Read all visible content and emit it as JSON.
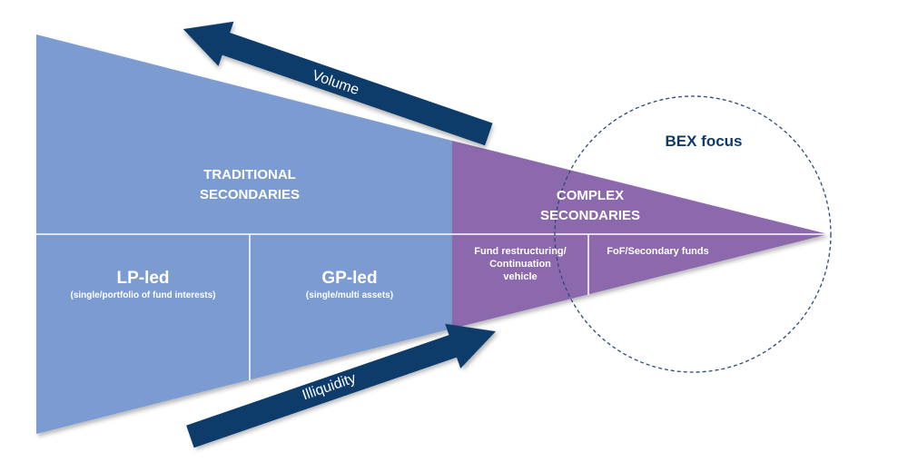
{
  "traditional": {
    "title_line1": "TRADITIONAL",
    "title_line2": "SECONDARIES",
    "lp_led": {
      "title": "LP-led",
      "subtitle": "(single/portfolio of fund interests)"
    },
    "gp_led": {
      "title": "GP-led",
      "subtitle": "(single/multi assets)"
    }
  },
  "complex": {
    "title_line1": "COMPLEX",
    "title_line2": "SECONDARIES",
    "fund_restructuring": {
      "line1": "Fund restructuring/",
      "line2": "Continuation",
      "line3": "vehicle"
    },
    "fof": {
      "label": "FoF/Secondary funds"
    }
  },
  "arrows": {
    "volume": "Volume",
    "illiquidity": "Illiquidity"
  },
  "focus": {
    "label": "BEX focus"
  },
  "colors": {
    "traditional": "#7b9bd1",
    "complex": "#8c68ad",
    "arrow": "#0f3a6b",
    "focus_text": "#0f3a6b",
    "circle": "#2b4a7a"
  }
}
